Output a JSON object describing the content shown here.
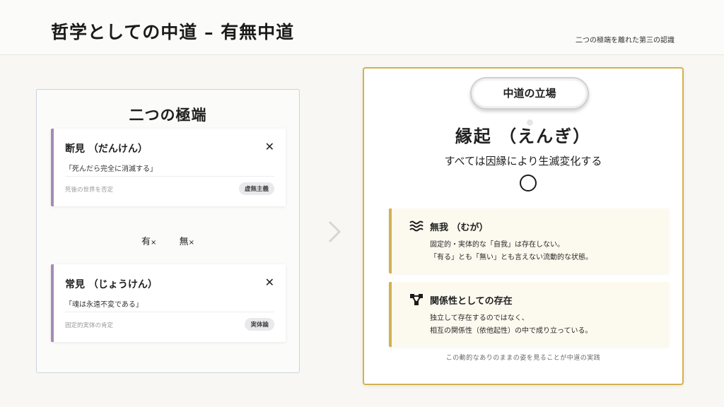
{
  "header": {
    "title": "哲学としての中道 – 有無中道",
    "subtitle": "二つの極端を離れた第三の認識"
  },
  "left_panel": {
    "title": "二つの極端",
    "cards": [
      {
        "name": "断見 （だんけん）",
        "quote": "「死んだら完全に消滅する」",
        "note": "死後の世界を否定",
        "tag": "虚無主義",
        "icon": "x-icon"
      },
      {
        "name": "常見 （じょうけん）",
        "quote": "「魂は永遠不変である」",
        "note": "固定的実体の肯定",
        "tag": "実体論",
        "icon": "x-icon"
      }
    ],
    "middle": {
      "left_word": "有",
      "left_mark": "×",
      "right_word": "無",
      "right_mark": "×"
    }
  },
  "arrow_icon": "chevron-right-icon",
  "right_panel": {
    "pill": "中道の立場",
    "concept": "縁起 （えんぎ）",
    "concept_desc": "すべては因縁により生滅変化する",
    "circle_icon": "circle-icon",
    "features": [
      {
        "icon": "waves-icon",
        "name": "無我 （むが）",
        "line1": "固定的・実体的な「自我」は存在しない。",
        "line2": "「有る」とも「無い」とも言えない流動的な状態。"
      },
      {
        "icon": "network-icon",
        "name": "関係性としての存在",
        "line1": "独立して存在するのではなく、",
        "line2": "相互の関係性（依他起性）の中で成り立っている。"
      }
    ],
    "practice": "この動的なありのままの姿を見ることが中道の実践"
  },
  "colors": {
    "extreme_accent": "#a48cb3",
    "middle_accent": "#d4b14e",
    "left_border": "#c9d4de"
  }
}
